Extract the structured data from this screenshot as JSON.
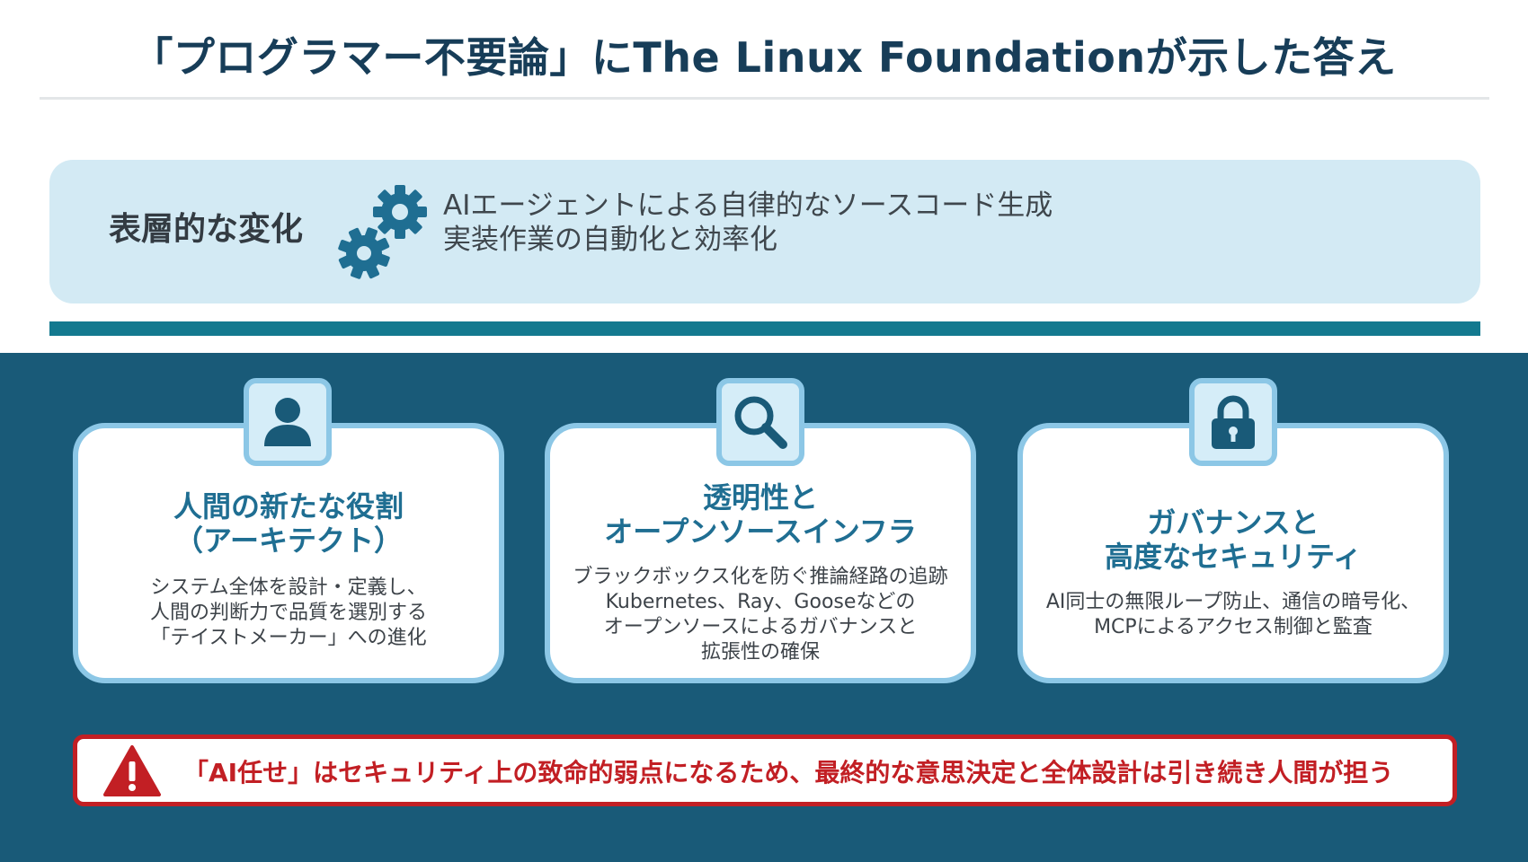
{
  "header": {
    "title": "「プログラマー不要論」にThe Linux Foundationが示した答え"
  },
  "surface": {
    "heading": "表層的な変化",
    "icon": "gears-icon",
    "lines": [
      "AIエージェントによる自律的なソースコード生成",
      "実装作業の自動化と効率化"
    ]
  },
  "cards": [
    {
      "icon": "person-icon",
      "title_lines": [
        "人間の新たな役割",
        "（アーキテクト）"
      ],
      "body_lines": [
        "システム全体を設計・定義し、",
        "人間の判断力で品質を選別する",
        "「テイストメーカー」への進化"
      ]
    },
    {
      "icon": "search-icon",
      "title_lines": [
        "透明性と",
        "オープンソースインフラ"
      ],
      "body_lines": [
        "ブラックボックス化を防ぐ推論経路の追跡",
        "Kubernetes、Ray、Gooseなどの",
        "オープンソースによるガバナンスと",
        "拡張性の確保"
      ]
    },
    {
      "icon": "lock-icon",
      "title_lines": [
        "ガバナンスと",
        "高度なセキュリティ"
      ],
      "body_lines": [
        "AI同士の無限ループ防止、通信の暗号化、",
        "MCPによるアクセス制御と監査"
      ]
    }
  ],
  "warning": {
    "icon": "warning-icon",
    "text": "「AI任せ」はセキュリティ上の致命的弱点になるため、最終的な意思決定と全体設計は引き続き人間が担う"
  },
  "colors": {
    "title": "#173d58",
    "surface_panel": "#d3eaf4",
    "teal_bar": "#13798f",
    "dark_section": "#195a78",
    "card_border": "#8cc7e6",
    "card_title": "#1f6e92",
    "warning": "#c21f24"
  }
}
